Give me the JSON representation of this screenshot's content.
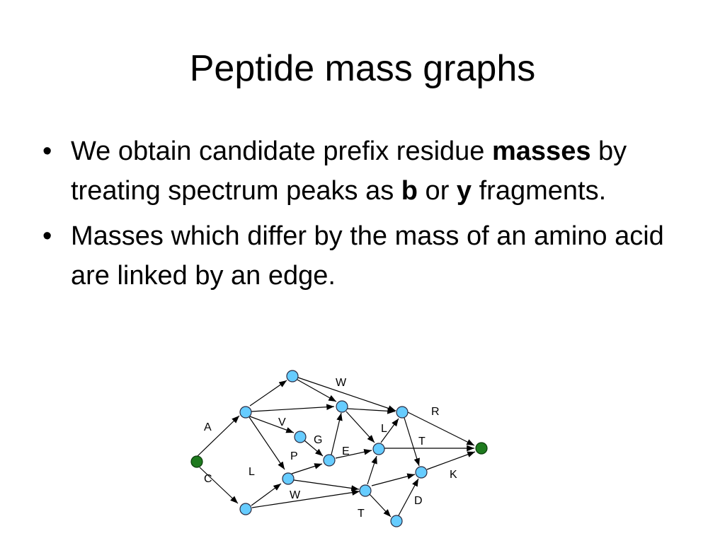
{
  "title": "Peptide mass graphs",
  "bullets": {
    "b1": {
      "t1": "We obtain candidate prefix residue ",
      "t2": "masses",
      "t3": " by treating spectrum peaks as ",
      "t4": "b",
      "t5": " or ",
      "t6": "y",
      "t7": " fragments."
    },
    "b2": {
      "t1": "Masses which differ by the mass of an amino acid are linked by an edge."
    }
  },
  "bullet_char": "•",
  "diagram": {
    "labels": {
      "A": "A",
      "C": "C",
      "L1": "L",
      "W1": "W",
      "V": "V",
      "P": "P",
      "G": "G",
      "E": "E",
      "W2": "W",
      "L2": "L",
      "R": "R",
      "T1": "T",
      "K": "K",
      "T2": "T",
      "D": "D"
    },
    "node_colors": {
      "default": "#66ccff",
      "start_end": "#1e7a1e"
    }
  }
}
